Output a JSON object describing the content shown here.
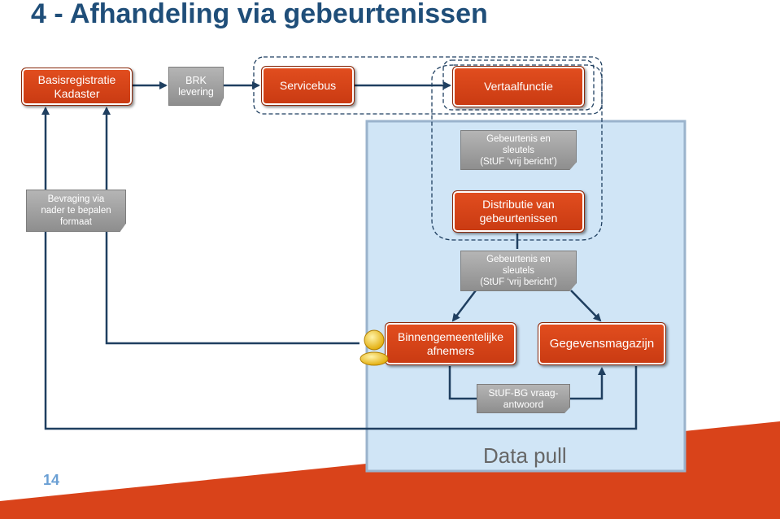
{
  "title": "4 - Afhandeling via gebeurtenissen",
  "nodes": {
    "basisregistratie": "Basisregistratie\nKadaster",
    "brk_levering": "BRK\nlevering",
    "servicebus": "Servicebus",
    "vertaalfunctie": "Vertaalfunctie",
    "gebeurtenis_top": "Gebeurtenis en\nsleutels\n(StUF ‘vrij bericht’)",
    "bevraging": "Bevraging via\nnader te bepalen\nformaat",
    "distributie": "Distributie van\ngebeurtenissen",
    "gebeurtenis_mid": "Gebeurtenis en\nsleutels\n(StUF ‘vrij bericht’)",
    "binnengemeentelijke": "Binnengemeentelijke\nafnemers",
    "gegevensmagazijn": "Gegevensmagazijn",
    "stuf_bg": "StUF-BG vraag-\nantwoord"
  },
  "panel_label": "Data pull",
  "page_number": "14",
  "colors": {
    "title": "#1f4e79",
    "box_red": "#d5451b",
    "box_grey": "#a6a6a6",
    "panel_fill": "#d0e5f6",
    "panel_border": "#9ab3cc",
    "arrow": "#1f3f60",
    "footer_red": "#d9431a"
  },
  "icons": [
    "user-icon"
  ]
}
